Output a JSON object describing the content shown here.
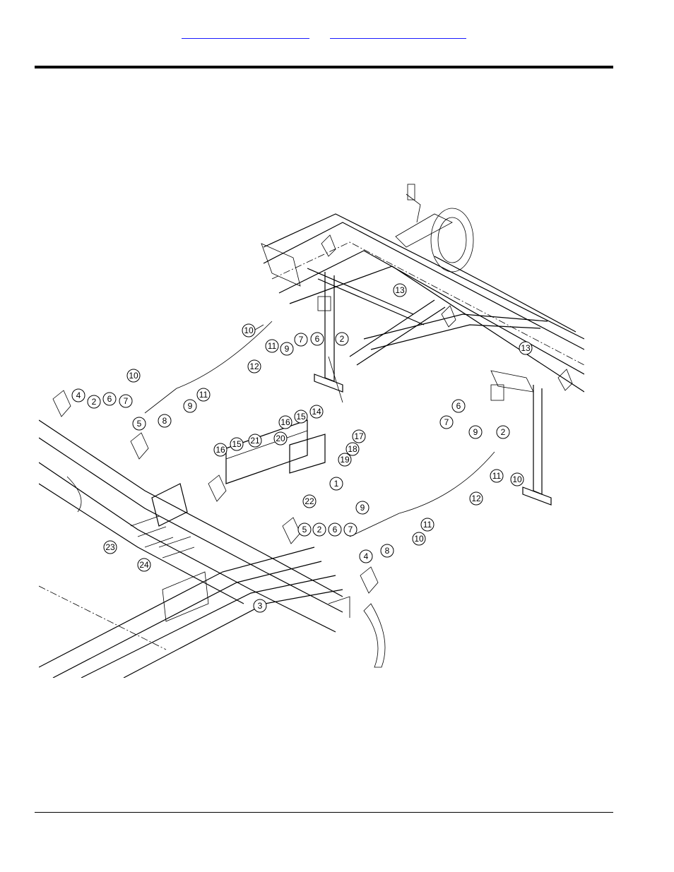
{
  "header": {
    "links": [
      {
        "label": ""
      },
      {
        "label": ""
      }
    ]
  },
  "callouts": [
    {
      "id": "c10a",
      "label": "10"
    },
    {
      "id": "c11a",
      "label": "11"
    },
    {
      "id": "c9a",
      "label": "9"
    },
    {
      "id": "c7a",
      "label": "7"
    },
    {
      "id": "c6a",
      "label": "6"
    },
    {
      "id": "c2a",
      "label": "2"
    },
    {
      "id": "c13a",
      "label": "13"
    },
    {
      "id": "c12a",
      "label": "12"
    },
    {
      "id": "c13b",
      "label": "13"
    },
    {
      "id": "c10b",
      "label": "10"
    },
    {
      "id": "c11b",
      "label": "11"
    },
    {
      "id": "c9b",
      "label": "9"
    },
    {
      "id": "c8a",
      "label": "8"
    },
    {
      "id": "c4a",
      "label": "4"
    },
    {
      "id": "c2b",
      "label": "2"
    },
    {
      "id": "c6b",
      "label": "6"
    },
    {
      "id": "c7b",
      "label": "7"
    },
    {
      "id": "c5a",
      "label": "5"
    },
    {
      "id": "c16a",
      "label": "16"
    },
    {
      "id": "c15a",
      "label": "15"
    },
    {
      "id": "c14",
      "label": "14"
    },
    {
      "id": "c17",
      "label": "17"
    },
    {
      "id": "c18",
      "label": "18"
    },
    {
      "id": "c19",
      "label": "19"
    },
    {
      "id": "c20",
      "label": "20"
    },
    {
      "id": "c1",
      "label": "1"
    },
    {
      "id": "c16b",
      "label": "16"
    },
    {
      "id": "c15b",
      "label": "15"
    },
    {
      "id": "c21",
      "label": "21"
    },
    {
      "id": "c22",
      "label": "22"
    },
    {
      "id": "c6c",
      "label": "6"
    },
    {
      "id": "c7c",
      "label": "7"
    },
    {
      "id": "c2c",
      "label": "2"
    },
    {
      "id": "c9c",
      "label": "9"
    },
    {
      "id": "c11c",
      "label": "11"
    },
    {
      "id": "c10c",
      "label": "10"
    },
    {
      "id": "c12b",
      "label": "12"
    },
    {
      "id": "c9d",
      "label": "9"
    },
    {
      "id": "c11d",
      "label": "11"
    },
    {
      "id": "c10d",
      "label": "10"
    },
    {
      "id": "c5b",
      "label": "5"
    },
    {
      "id": "c2d",
      "label": "2"
    },
    {
      "id": "c6d",
      "label": "6"
    },
    {
      "id": "c7d",
      "label": "7"
    },
    {
      "id": "c8b",
      "label": "8"
    },
    {
      "id": "c4b",
      "label": "4"
    },
    {
      "id": "c23",
      "label": "23"
    },
    {
      "id": "c24",
      "label": "24"
    },
    {
      "id": "c3",
      "label": "3"
    }
  ]
}
